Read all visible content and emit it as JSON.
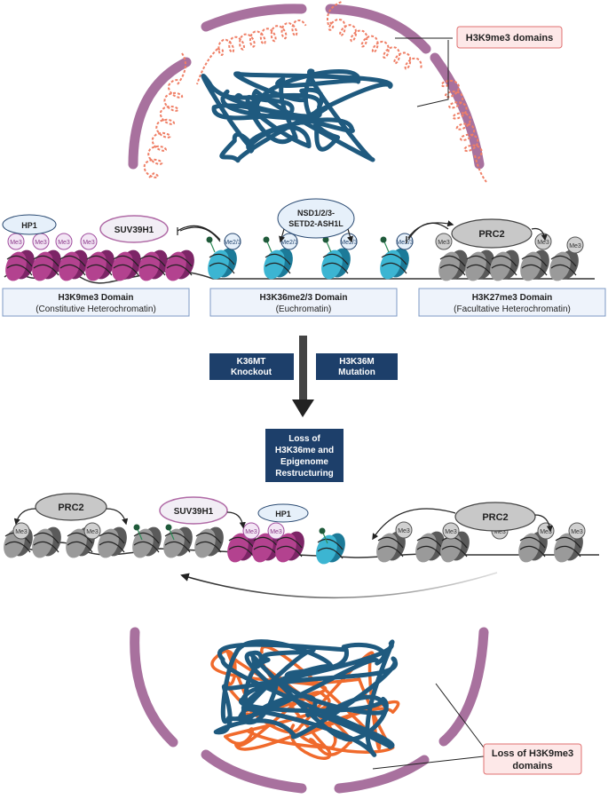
{
  "top": {
    "callout": "H3K9me3 domains"
  },
  "track1": {
    "hp1": "HP1",
    "suv39h1": "SUV39H1",
    "nsd": [
      "NSD1/2/3-",
      "SETD2-ASH1L"
    ],
    "prc2": "PRC2",
    "me3": "Me3",
    "me23": "Me2/3",
    "domains": [
      {
        "title": "H3K9me3 Domain",
        "sub": "(Constitutive Heterochromatin)"
      },
      {
        "title": "H3K36me2/3 Domain",
        "sub": "(Euchromatin)"
      },
      {
        "title": "H3K27me3 Domain",
        "sub": "(Facultative Heterochromatin)"
      }
    ]
  },
  "middle": {
    "k36mt": [
      "K36MT",
      "Knockout"
    ],
    "h3k36m": [
      "H3K36M",
      "Mutation"
    ],
    "loss": [
      "Loss of",
      "H3K36me and",
      "Epigenome",
      "Restructuring"
    ]
  },
  "track2": {
    "prc2_left": "PRC2",
    "suv39h1": "SUV39H1",
    "hp1": "HP1",
    "prc2_right": "PRC2",
    "me3": "Me3"
  },
  "bottom": {
    "callout": [
      "Loss of H3K9me3",
      "domains"
    ]
  },
  "colors": {
    "nuclear_envelope": "#a8719e",
    "chromatin_blue": "#1f5a7f",
    "chromatin_orange": "#f06a2c",
    "h3k9me3_coil": "#ef7f66",
    "nucleosome_magenta": "#b3428f",
    "nucleosome_cyan": "#3cb5d2",
    "nucleosome_gray": "#9a9a9a",
    "callout_fill": "#fde8e8",
    "callout_stroke": "#e07070",
    "domain_box_fill": "#eef3fb",
    "dark_box": "#1d3f6a"
  }
}
